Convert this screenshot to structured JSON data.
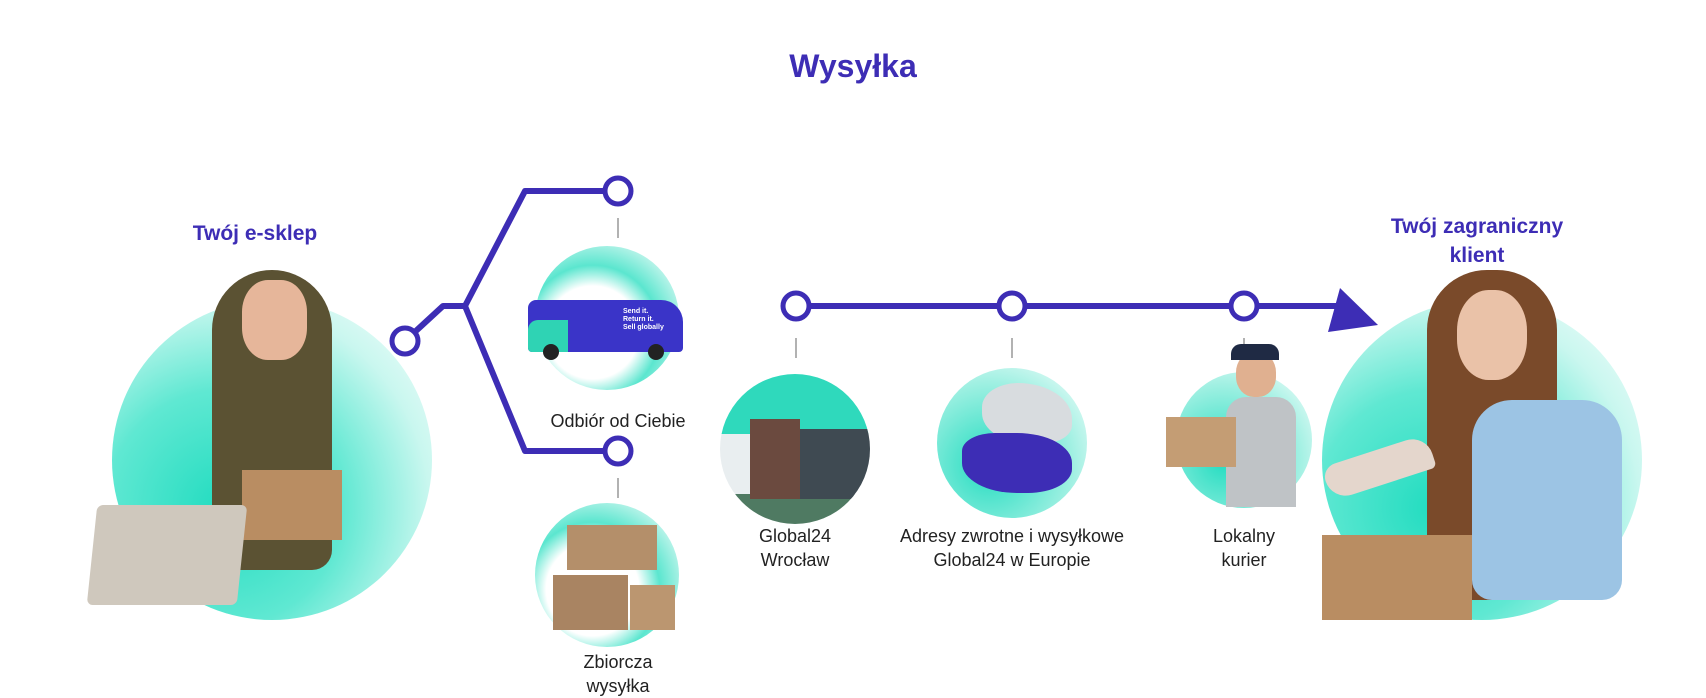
{
  "title": "Wysyłka",
  "shop": {
    "label": "Twój e-sklep"
  },
  "client": {
    "label_line1": "Twój zagraniczny",
    "label_line2": "klient"
  },
  "steps": [
    {
      "id": "pickup",
      "label_line1": "Odbiór od Ciebie",
      "label_line2": ""
    },
    {
      "id": "consolidated",
      "label_line1": "Zbiorcza",
      "label_line2": "wysyłka"
    },
    {
      "id": "warehouse",
      "label_line1": "Global24",
      "label_line2": "Wrocław"
    },
    {
      "id": "europe",
      "label_line1": "Adresy zwrotne i wysyłkowe",
      "label_line2": "Global24 w Europie"
    },
    {
      "id": "courier",
      "label_line1": "Lokalny",
      "label_line2": "kurier"
    }
  ],
  "van_text": [
    "Send it.",
    "Return it.",
    "Sell globally"
  ],
  "colors": {
    "accent": "#3d2db5",
    "teal": "#22dcc0"
  }
}
